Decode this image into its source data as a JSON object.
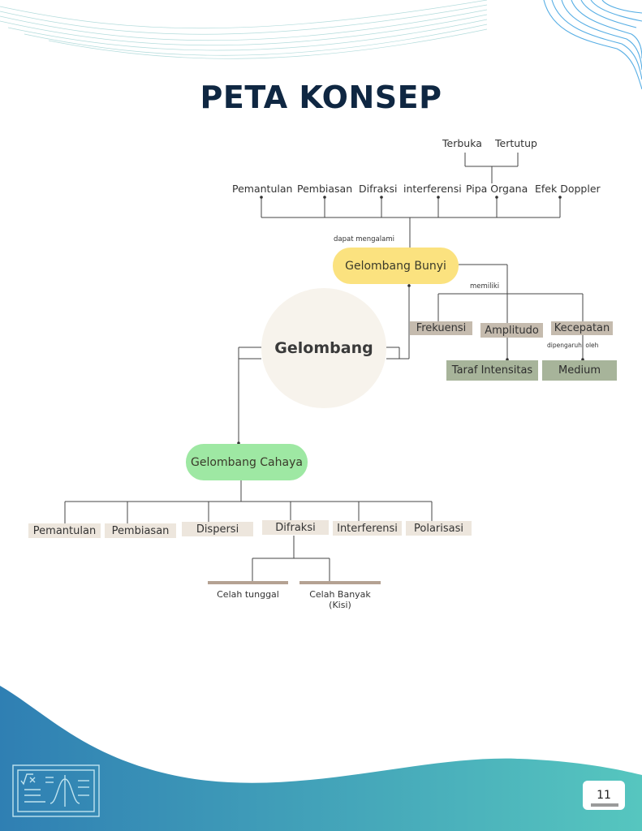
{
  "title": "PETA KONSEP",
  "colors": {
    "title": "#0f2742",
    "bunyi_pill": "#fbe27f",
    "cahaya_pill": "#9ee8a3",
    "center_circle": "#f7f3ec",
    "footer_gradient_start": "#2f7fb3",
    "footer_gradient_end": "#56c6bf"
  },
  "top_branch": {
    "pipa_children": [
      "Terbuka",
      "Tertutup"
    ],
    "phenomena": [
      "Pemantulan",
      "Pembiasan",
      "Difraksi",
      "interferensi",
      "Pipa Organa",
      "Efek Doppler"
    ],
    "connector_label": "dapat mengalami"
  },
  "bunyi": {
    "label": "Gelombang Bunyi",
    "connector_label": "memiliki",
    "properties": [
      "Frekuensi",
      "Amplitudo",
      "Kecepatan"
    ],
    "influence_label": "dipengaruhi oleh",
    "results": [
      "Taraf Intensitas",
      "Medium"
    ]
  },
  "center": {
    "label": "Gelombang"
  },
  "cahaya": {
    "label": "Gelombang Cahaya",
    "phenomena": [
      "Pemantulan",
      "Pembiasan",
      "Dispersi",
      "Difraksi",
      "Interferensi",
      "Polarisasi"
    ],
    "difraksi_children": [
      "Celah tunggal",
      "Celah Banyak\n(Kisi)"
    ]
  },
  "footer": {
    "page_number": "11",
    "logo_icon": "math-board-icon"
  }
}
